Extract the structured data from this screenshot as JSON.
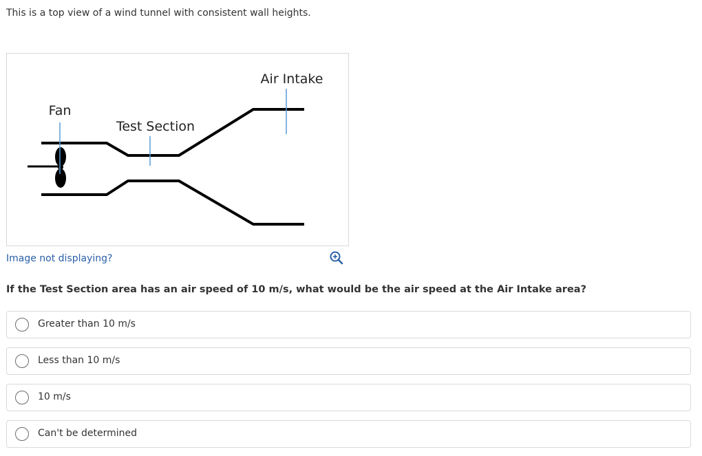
{
  "intro_text": "This is a top view of a wind tunnel with consistent wall heights.",
  "figure": {
    "labels": {
      "air_intake": "Air Intake",
      "fan": "Fan",
      "test_section": "Test Section"
    }
  },
  "image_link": "Image not displaying?",
  "zoom_icon": "zoom-in-magnifier",
  "question": "If the Test Section area has an air speed of 10 m/s, what would be the air speed at the Air Intake area?",
  "options": [
    {
      "label": "Greater than 10 m/s",
      "selected": false
    },
    {
      "label": "Less than 10 m/s",
      "selected": false
    },
    {
      "label": "10 m/s",
      "selected": false
    },
    {
      "label": "Can't be determined",
      "selected": false
    }
  ],
  "colors": {
    "link": "#2a5fa8",
    "pointer_line": "#5b9bd5",
    "border": "#d9d9d9"
  }
}
